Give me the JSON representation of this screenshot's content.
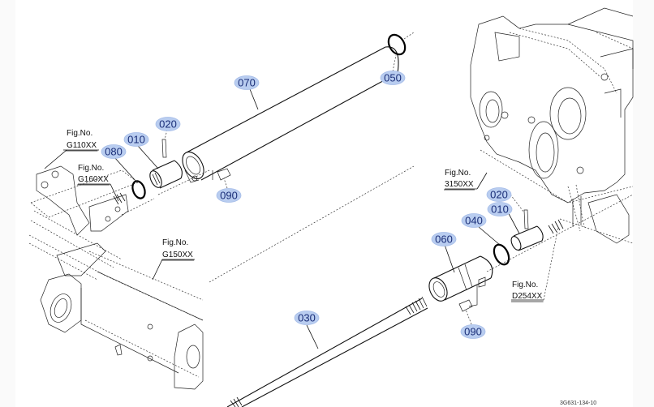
{
  "diagram": {
    "type": "exploded-parts-diagram",
    "drawing_code": "3G631-134-10",
    "accent_color": "#b9cdf0",
    "part_labels": [
      {
        "id": "070",
        "text": "070"
      },
      {
        "id": "050",
        "text": "050"
      },
      {
        "id": "020a",
        "text": "020"
      },
      {
        "id": "010a",
        "text": "010"
      },
      {
        "id": "080",
        "text": "080"
      },
      {
        "id": "090a",
        "text": "090"
      },
      {
        "id": "020b",
        "text": "020"
      },
      {
        "id": "010b",
        "text": "010"
      },
      {
        "id": "040",
        "text": "040"
      },
      {
        "id": "060",
        "text": "060"
      },
      {
        "id": "030",
        "text": "030"
      },
      {
        "id": "090b",
        "text": "090"
      }
    ],
    "fig_refs": [
      {
        "id": "g110",
        "label": "Fig.No.",
        "code": "G110XX"
      },
      {
        "id": "g160",
        "label": "Fig.No.",
        "code": "G160XX"
      },
      {
        "id": "g150",
        "label": "Fig.No.",
        "code": "G150XX"
      },
      {
        "id": "3150",
        "label": "Fig.No.",
        "code": "3150XX"
      },
      {
        "id": "d254",
        "label": "Fig.No.",
        "code": "D254XX"
      }
    ]
  }
}
